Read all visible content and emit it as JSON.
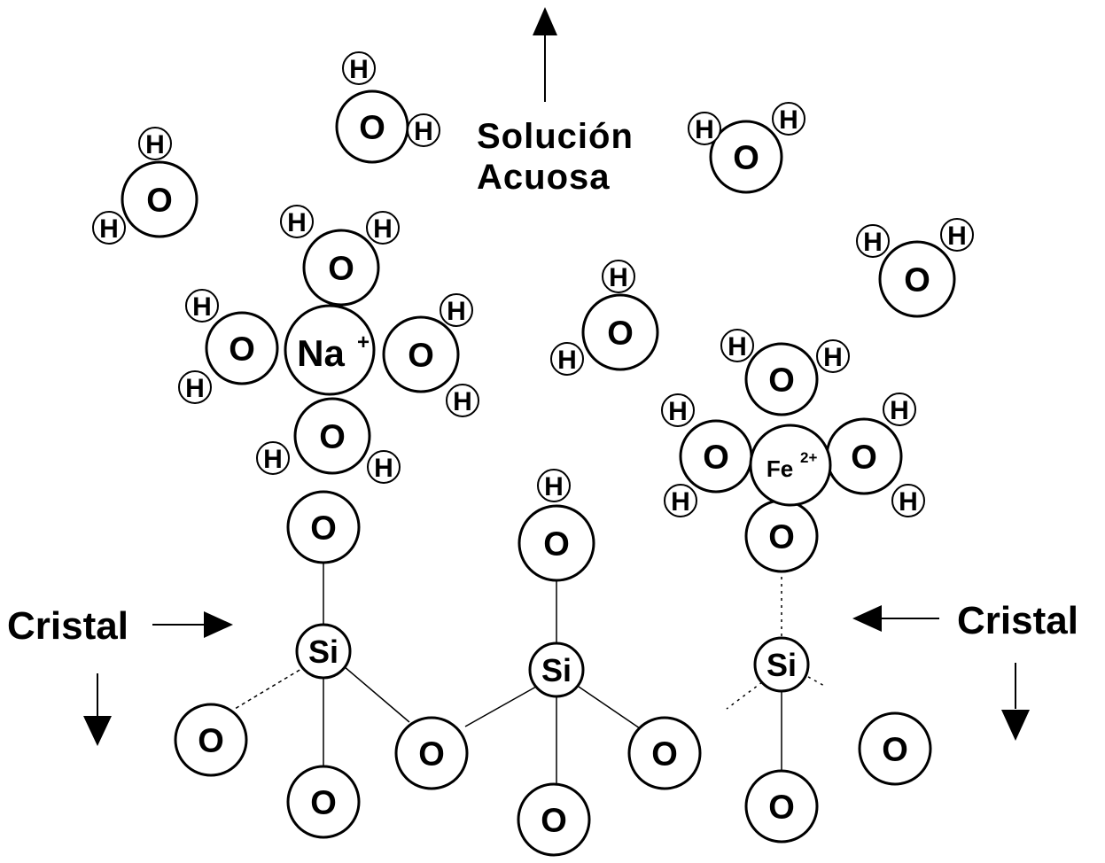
{
  "labels": {
    "solution_line1": "Solución",
    "solution_line2": "Acuosa",
    "crystal_left": "Cristal",
    "crystal_right": "Cristal"
  },
  "atoms": {
    "oxygen": "O",
    "hydrogen": "H",
    "silicon": "Si",
    "sodium": "Na",
    "sodium_charge": "+",
    "iron": "Fe",
    "iron_charge": "2+"
  },
  "colors": {
    "ink": "#000000",
    "paper": "#ffffff"
  }
}
